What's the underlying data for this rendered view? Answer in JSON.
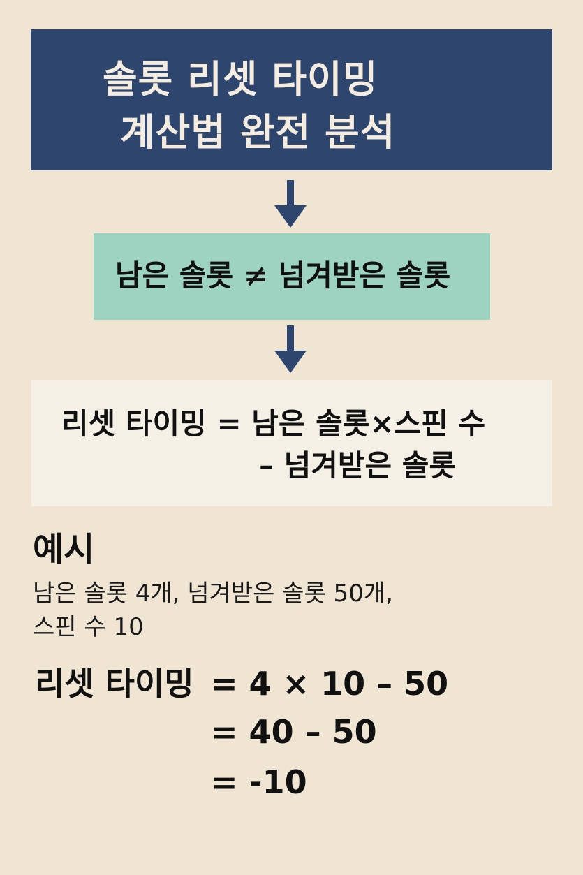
{
  "title": {
    "line1": "솔롯 리셋 타이밍",
    "line2": "계산법 완전 분석"
  },
  "comparison": "남은 솔롯 ≠ 넘겨받은 솔롯",
  "formula": {
    "line1": "리셋 타이밍 = 남은 솔롯×스핀 수",
    "line2": "– 넘겨받은 솔롯"
  },
  "example": {
    "heading": "예시",
    "desc_line1": "남은 솔롯 4개, 넘겨받은 솔롯 50개,",
    "desc_line2": "스핀 수 10",
    "calc_label": "리셋 타이밍",
    "steps": [
      "= 4 × 10 – 50",
      "= 40 – 50",
      "= -10"
    ]
  },
  "colors": {
    "background": "#f0e5d3",
    "title_box": "#2e466e",
    "arrow": "#2e466e",
    "comparison_box": "#9ed3c2",
    "formula_box": "#f5f0e6"
  },
  "icons": [
    "arrow-down-icon",
    "arrow-down-icon"
  ]
}
